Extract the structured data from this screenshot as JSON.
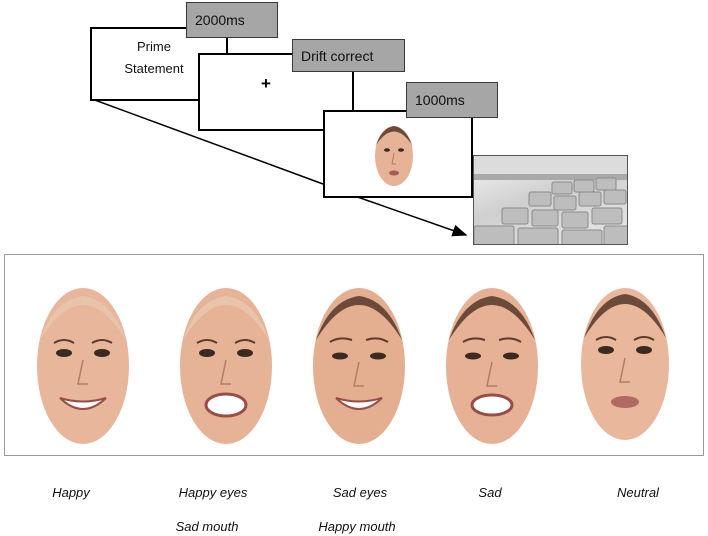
{
  "timeline": {
    "prime_duration": "2000ms",
    "prime_line1": "Prime",
    "prime_line2": "Statement",
    "drift_label": "Drift correct",
    "fixation": "+",
    "face_duration": "1000ms"
  },
  "faces": [
    {
      "line1": "Happy",
      "line2": ""
    },
    {
      "line1": "Happy eyes",
      "line2": "Sad mouth"
    },
    {
      "line1": "Sad eyes",
      "line2": "Happy mouth"
    },
    {
      "line1": "Sad",
      "line2": ""
    },
    {
      "line1": "Neutral",
      "line2": ""
    }
  ],
  "colors": {
    "tag_fill": "#a6a6a6",
    "skin": "#e9b89c",
    "outline": "#000000"
  }
}
